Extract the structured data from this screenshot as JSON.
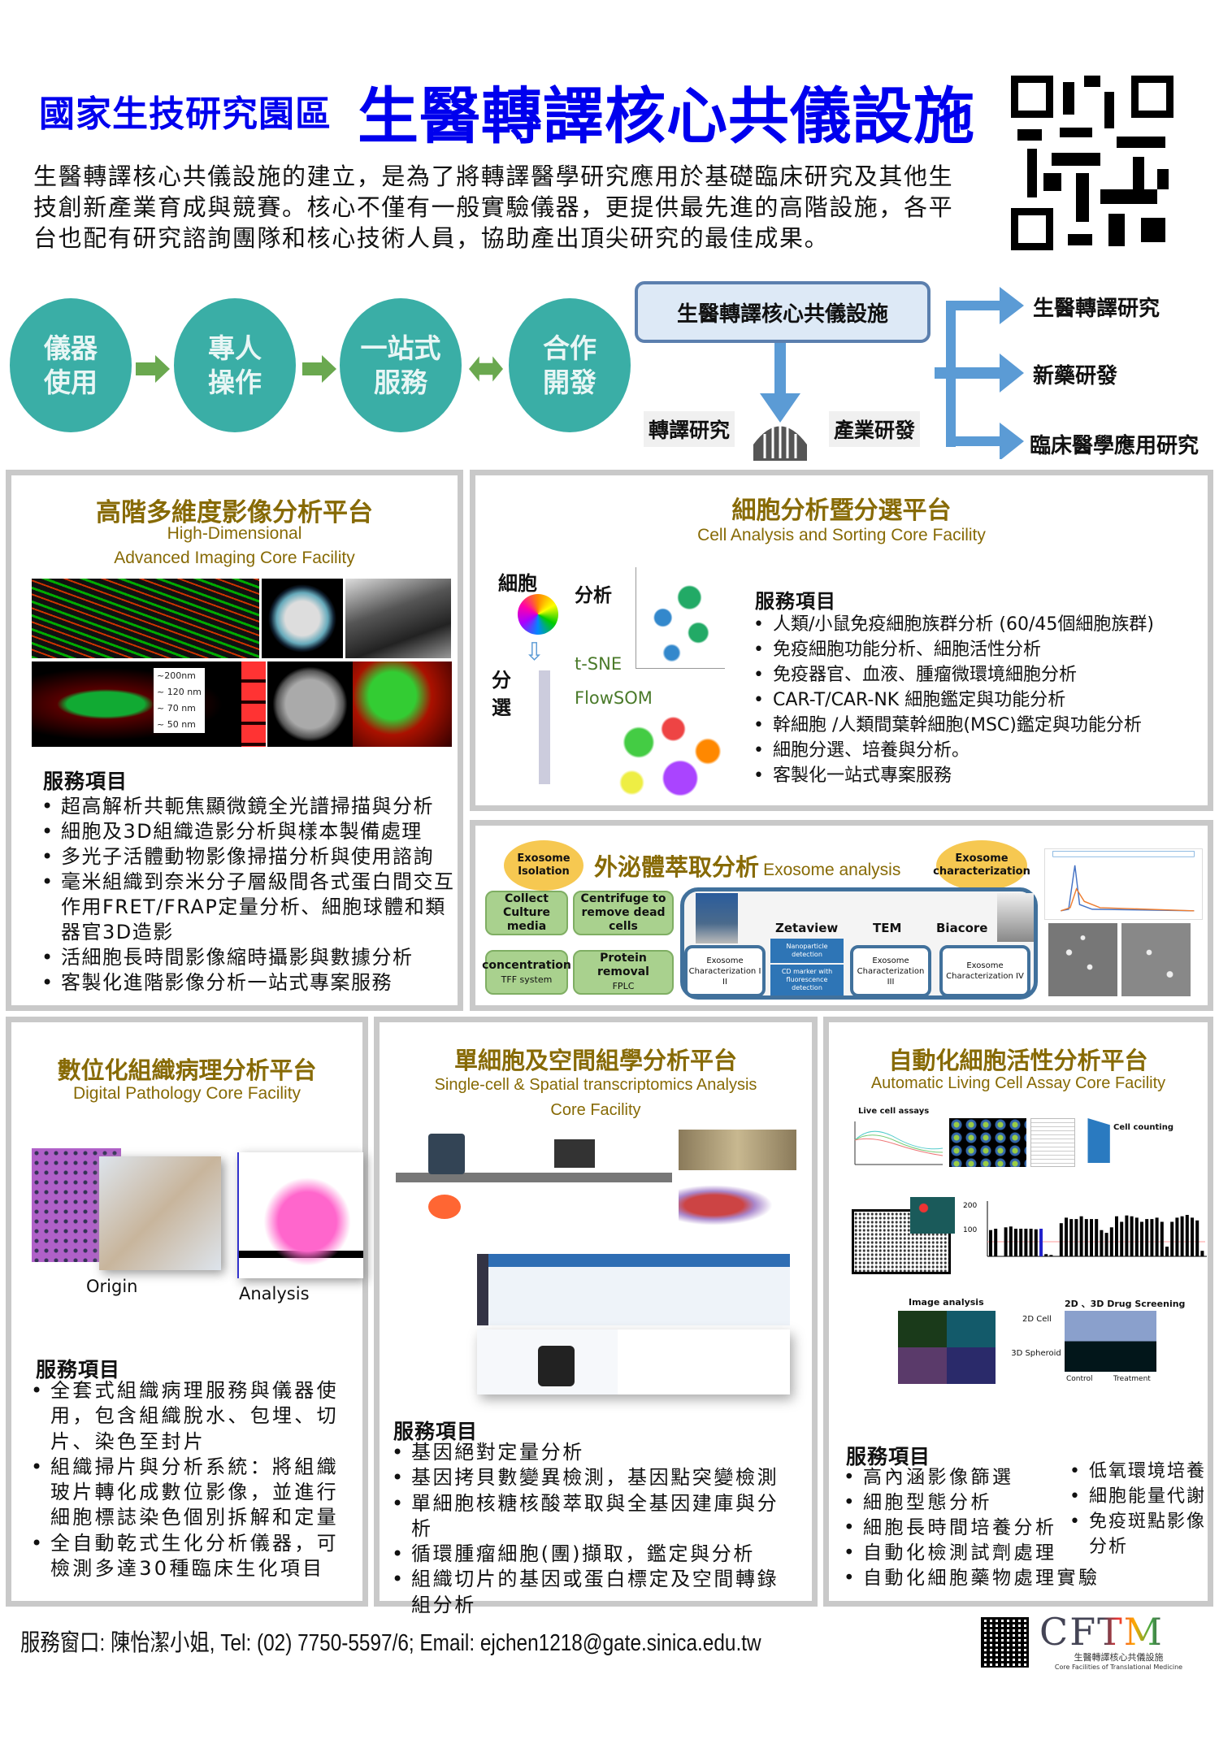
{
  "header": {
    "subtitle": "國家生技研究園區",
    "title": "生醫轉譯核心共儀設施",
    "intro_lines": [
      "生醫轉譯核心共儀設施的建立，是為了將轉譯醫學研究應用於基礎臨床研究及其他生",
      "技創新產業育成與競賽。核心不僅有一般實驗儀器，更提供最先進的高階設施，各平",
      "台也配有研究諮詢團隊和核心技術人員，協助產出頂尖研究的最佳成果。"
    ]
  },
  "flow": {
    "steps": [
      {
        "line1": "儀器",
        "line2": "使用"
      },
      {
        "line1": "專人",
        "line2": "操作"
      },
      {
        "line1": "一站式",
        "line2": "服務"
      },
      {
        "line1": "合作",
        "line2": "開發"
      }
    ],
    "hub": "生醫轉譯核心共儀設施",
    "left_pillar": "轉譯研究",
    "right_pillar": "產業研發",
    "outputs": [
      "生醫轉譯研究",
      "新藥研發",
      "臨床醫學應用研究"
    ]
  },
  "services_label": "服務項目",
  "imaging": {
    "title": "高階多維度影像分析平台",
    "subtitle1": "High-Dimensional",
    "subtitle2": "Advanced Imaging Core Facility",
    "scale_labels": [
      "~200nm",
      "~ 120 nm",
      "~ 70 nm",
      "~ 50 nm"
    ],
    "items": [
      "超高解析共軛焦顯微鏡全光譜掃描與分析",
      "細胞及3D組織造影分析與樣本製備處理",
      "多光子活體動物影像掃描分析與使用諮詢",
      "毫米組織到奈米分子層級間各式蛋白間交互作用FRET/FRAP定量分析、細胞球體和類器官3D造影",
      "活細胞長時間影像縮時攝影與數據分析",
      "客製化進階影像分析一站式專案服務"
    ]
  },
  "cell": {
    "title": "細胞分析暨分選平台",
    "subtitle": "Cell Analysis and Sorting Core Facility",
    "lbl_cell": "細胞",
    "lbl_analysis": "分析",
    "lbl_sort1": "分",
    "lbl_sort2": "選",
    "lbl_tsne": "t-SNE",
    "lbl_flowsom": "FlowSOM",
    "items": [
      "人類/小鼠免疫細胞族群分析 (60/45個細胞族群)",
      "免疫細胞功能分析、細胞活性分析",
      "免疫器官、血液、腫瘤微環境細胞分析",
      "CAR-T/CAR-NK 細胞鑑定與功能分析",
      "幹細胞 /人類間葉幹細胞(MSC)鑑定與功能分析",
      "細胞分選、培養與分析。",
      "客製化一站式專案服務"
    ]
  },
  "exosome": {
    "title": "外泌體萃取分析",
    "title_en": "Exosome analysis",
    "isolation": "Exosome Isolation",
    "characterization": "Exosome characterization",
    "steps": [
      {
        "main": "Collect Culture media",
        "sub": ""
      },
      {
        "main": "Centrifuge to remove dead cells",
        "sub": ""
      },
      {
        "main": "concentration",
        "sub": "TFF system"
      },
      {
        "main": "Protein removal",
        "sub": "FPLC"
      }
    ],
    "instruments": [
      "Zetaview",
      "TEM",
      "Biacore"
    ],
    "char_boxes": [
      "Exosome Characterization I II",
      "Exosome Characterization III",
      "Exosome Characterization IV"
    ],
    "zeta_boxes": [
      "Nanoparticle detection",
      "CD marker with fluorescence detection"
    ]
  },
  "pathology": {
    "title": "數位化組織病理分析平台",
    "subtitle": "Digital Pathology Core Facility",
    "origin": "Origin",
    "analysis": "Analysis",
    "items": [
      "全套式組織病理服務與儀器使用，包含組織脫水、包埋、切片、染色至封片",
      "組織掃片與分析系統：將組織玻片轉化成數位影像，並進行細胞標誌染色個別拆解和定量",
      "全自動乾式生化分析儀器，可檢測多達30種臨床生化項目"
    ]
  },
  "singlecell": {
    "title": "單細胞及空間組學分析平台",
    "subtitle1": "Single-cell  & Spatial transcriptomics Analysis",
    "subtitle2": "Core Facility",
    "items": [
      "基因絕對定量分析",
      "基因拷貝數變異檢測，基因點突變檢測",
      "單細胞核糖核酸萃取與全基因建庫與分析",
      "循環腫瘤細胞(團)擷取，鑑定與分析",
      "組織切片的基因或蛋白標定及空間轉錄組分析"
    ]
  },
  "livecell": {
    "title": "自動化細胞活性分析平台",
    "subtitle": "Automatic Living Cell Assay Core Facility",
    "lbl_live": "Live cell assays",
    "lbl_count": "Cell  counting",
    "lbl_image": "Image analysis",
    "lbl_drug": "2D 、3D Drug Screening",
    "lbl_2d": "2D Cell",
    "lbl_3d": "3D Spheroid",
    "lbl_control": "Control",
    "lbl_treatment": "Treatment",
    "items_left": [
      "高內涵影像篩選",
      "細胞型態分析",
      "細胞長時間培養分析",
      "自動化檢測試劑處理",
      "自動化細胞藥物處理實驗"
    ],
    "items_right": [
      "低氧環境培養",
      "細胞能量代謝",
      "免疫斑點影像分析"
    ]
  },
  "footer": {
    "contact": "服務窗口: 陳怡潔小姐, Tel:  (02) 7750-5597/6;  Email: ejchen1218@gate.sinica.edu.tw",
    "logo_text": "CFTM",
    "logo_cn": "生醫轉譯核心共儀設施",
    "logo_en": "Core Facilities of Translational Medicine"
  },
  "colors": {
    "title_blue": "#0000ee",
    "teal": "#3aaea6",
    "olive": "#876a05",
    "arrow_blue": "#5b9bd5",
    "arrow_green": "#6aa84f"
  }
}
